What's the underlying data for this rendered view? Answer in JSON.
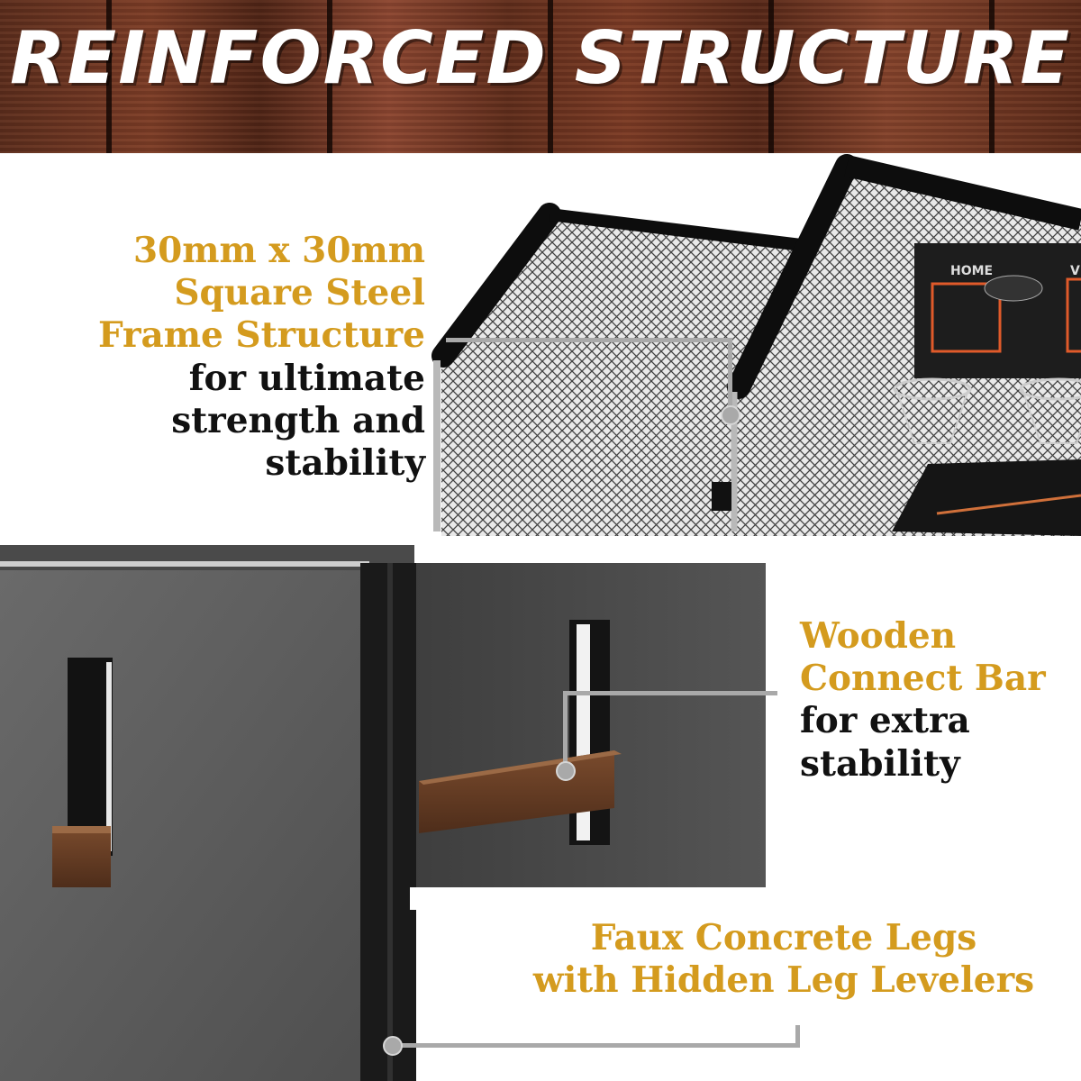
{
  "banner": {
    "title": "REINFORCED STRUCTURE"
  },
  "callouts": {
    "frame": {
      "highlight": [
        "30mm x 30mm",
        "Square Steel",
        "Frame Structure"
      ],
      "detail": [
        "for ultimate",
        "strength and stability"
      ]
    },
    "bar": {
      "highlight": [
        "Wooden",
        "Connect Bar"
      ],
      "detail": [
        "for extra",
        "stability"
      ]
    },
    "legs": {
      "highlight": [
        "Faux Concrete Legs",
        "with Hidden Leg Levelers"
      ]
    }
  },
  "scoreboard": {
    "left_label": "HOME",
    "right_label": "V"
  },
  "colors": {
    "accent_gold": "#d49b1e",
    "text_dark": "#111111",
    "banner_wood": "#6b3322",
    "concrete": "#5d5d5d"
  }
}
